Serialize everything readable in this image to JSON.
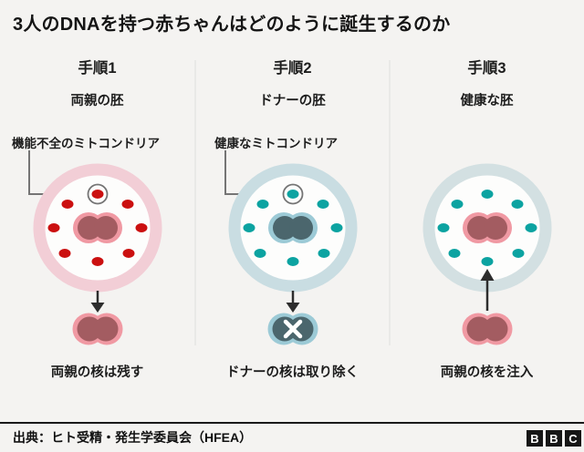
{
  "title": "3人のDNAを持つ赤ちゃんはどのように誕生するのか",
  "columns": [
    {
      "step": "手順1",
      "subtitle": "両親の胚",
      "callout": "機能不全のミトコンドリア",
      "caption": "両親の核は残す"
    },
    {
      "step": "手順2",
      "subtitle": "ドナーの胚",
      "callout": "健康なミトコンドリア",
      "caption": "ドナーの核は取り除く"
    },
    {
      "step": "手順3",
      "subtitle": "健康な胚",
      "caption": "両親の核を注入"
    }
  ],
  "footer": {
    "source": "出典：ヒト受精・発生学委員会（HFEA）",
    "logo_letters": [
      "B",
      "B",
      "C"
    ]
  },
  "colors": {
    "background": "#f4f3f1",
    "defective_mitochondria_red": "#cb1010",
    "healthy_mitochondria_teal": "#0ca3a1",
    "parents_cell_ring_pink": "#f2ced6",
    "donor_cell_ring_blue": "#c9dde2",
    "healthy_cell_ring_blue": "#d3e0e2",
    "parents_nucleus_outer_pink": "#f099a3",
    "parents_nucleus_inner_dark": "#a35c61",
    "donor_nucleus_outer_blue": "#9ccad6",
    "donor_nucleus_inner_dark": "#4b666d",
    "callout_line_gray": "#757575",
    "arrow_dark": "#2d2d2d"
  }
}
